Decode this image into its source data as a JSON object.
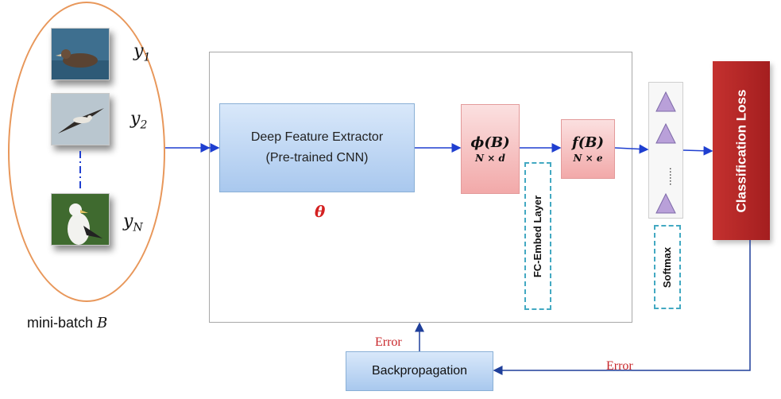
{
  "batch": {
    "labels": [
      {
        "var": "y",
        "sub": "1"
      },
      {
        "var": "y",
        "sub": "2"
      },
      {
        "var": "y",
        "sub": "N"
      }
    ],
    "caption_text": "mini-batch",
    "caption_var": "B",
    "thumbnails": [
      "bird-swimming",
      "bird-flying",
      "bird-standing"
    ]
  },
  "extractor": {
    "line1": "Deep Feature Extractor",
    "line2": "(Pre-trained CNN)",
    "param": "θ"
  },
  "phi_box": {
    "main": "ϕ(B)",
    "sub": "N × d"
  },
  "f_box": {
    "main": "f(B)",
    "sub": "N × e"
  },
  "fc_embed_label": "FC-Embed Layer",
  "softmax": {
    "label": "Softmax",
    "ellipsis": "......",
    "units": 3
  },
  "loss_label": "Classification Loss",
  "backprop_label": "Backpropagation",
  "error_labels": {
    "to_network": "Error",
    "from_loss": "Error"
  },
  "colors": {
    "arrow": "#1f3fd0",
    "oval": "#e8975a",
    "pink": "#f2a9a9",
    "blue": "#a9c8ee",
    "loss": "#b42626",
    "dash": "#43a9c2",
    "triangle": "#b9a0d9"
  }
}
